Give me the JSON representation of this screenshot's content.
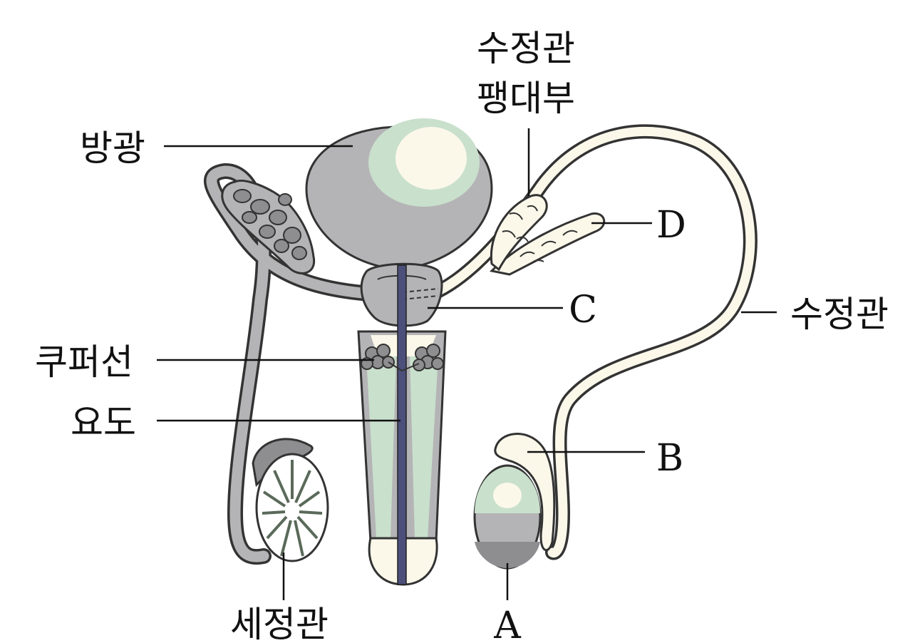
{
  "labels": {
    "vas_ampulla_line1": "수정관",
    "vas_ampulla_line2": "팽대부",
    "bladder": "방광",
    "seminal_vesicle": "D",
    "prostate": "C",
    "vas_deferens": "수정관",
    "cowper_gland": "쿠퍼선",
    "urethra": "요도",
    "epididymis": "B",
    "testis": "A",
    "seminiferous_tubule": "세정관"
  },
  "colors": {
    "gray_tissue": "#b4b4b6",
    "dark_gray": "#8e8e90",
    "pale_green": "#c9e0cc",
    "cream": "#fbf8ea",
    "urethra_blue": "#4c4f7a",
    "outline": "#333333"
  }
}
